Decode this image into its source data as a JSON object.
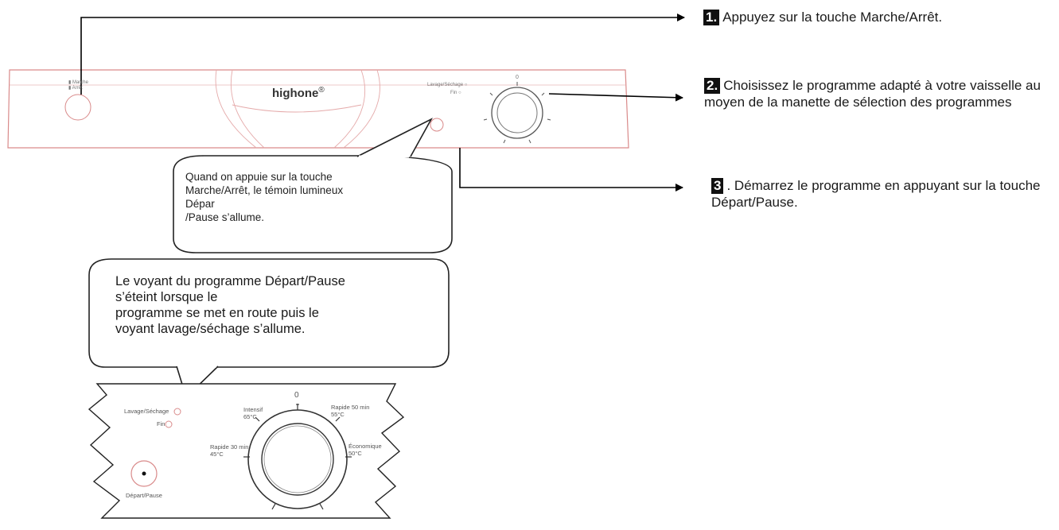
{
  "steps": [
    {
      "number": "1.",
      "text": "Appuyez sur la touche Marche/Arrêt."
    },
    {
      "number": "2.",
      "text": "Choisissez le programme adapté à votre vaisselle au moyen de la manette de sélection des programmes"
    },
    {
      "number": "3",
      "text": ". Démarrez le programme en appuyant sur la touche Départ/Pause."
    }
  ],
  "callouts": {
    "upper": "Quand on appuie sur  la touche\nMarche/Arrêt, le témoin lumineux\nDépar\n/Pause s’allume.",
    "lower": "Le voyant du programme Départ/Pause\ns’éteint lorsque le\nprogramme se met en route puis le\nvoyant lavage/séchage s’allume."
  },
  "top_panel": {
    "brand": "highone",
    "brand_mark": "®",
    "power_labels": [
      "▮ Marche",
      "▮ Arrêt"
    ],
    "status_labels": [
      "Lavage/Séchage ○",
      "Fin ○"
    ],
    "dial_top_mark": "0"
  },
  "zoom_panel": {
    "indicator_labels": [
      "Lavage/Séchage",
      "Fin"
    ],
    "button_label": "Départ/Pause",
    "dial_top_mark": "0",
    "programs": [
      {
        "label": "Intensif\n65°C"
      },
      {
        "label": "Rapide 50 min\n55°C"
      },
      {
        "label": "Rapide 30 min\n45°C"
      },
      {
        "label": "Économique\n50°C"
      }
    ]
  },
  "colors": {
    "panel_outline": "#d98a8a",
    "line": "#000000",
    "badge": "#111111"
  }
}
